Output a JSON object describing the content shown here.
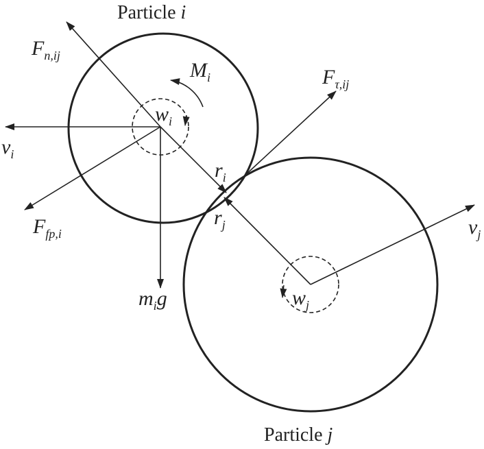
{
  "particle_i": {
    "title_word": "Particle",
    "title_var": "i",
    "normal_force": {
      "sym": "F",
      "sub": "n,ij"
    },
    "tangential_force": {
      "sym": "F",
      "sub": "τ,ij"
    },
    "moment": {
      "sym": "M",
      "sub": "i"
    },
    "angular_velocity": {
      "sym": "w",
      "sub": "i"
    },
    "velocity": {
      "sym": "v",
      "sub": "i"
    },
    "fluid_force": {
      "sym": "F",
      "sub": "fp,i"
    },
    "gravity": {
      "sym1": "m",
      "sub": "i",
      "sym2": "g"
    },
    "radius": {
      "sym": "r",
      "sub": "i"
    }
  },
  "particle_j": {
    "title_word": "Particle",
    "title_var": "j",
    "radius": {
      "sym": "r",
      "sub": "j"
    },
    "velocity": {
      "sym": "v",
      "sub": "j"
    },
    "angular_velocity": {
      "sym": "w",
      "sub": "j"
    }
  },
  "colors": {
    "ink": "#222222",
    "background": "#ffffff"
  }
}
